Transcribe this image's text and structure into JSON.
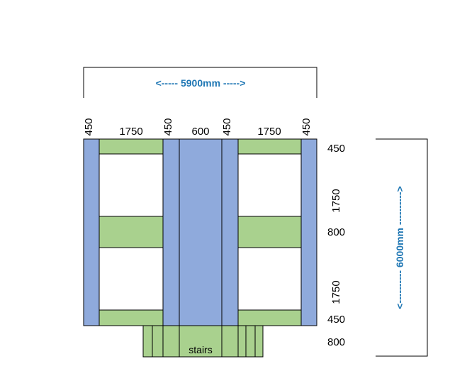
{
  "colors": {
    "blue_fill": "#8faadc",
    "green_fill": "#a9d18e",
    "outline": "#000000",
    "dimension_blue": "#1f77b4"
  },
  "overall_width_label": "<----- 5900mm ----->",
  "overall_depth_label": "<---------- 6000mm ---------->",
  "top_dimensions": [
    "450",
    "1750",
    "450",
    "600",
    "450",
    "1750",
    "450"
  ],
  "right_dimensions": [
    "450",
    "1750",
    "800",
    "1750",
    "450",
    "800"
  ],
  "stairs_label": "stairs"
}
